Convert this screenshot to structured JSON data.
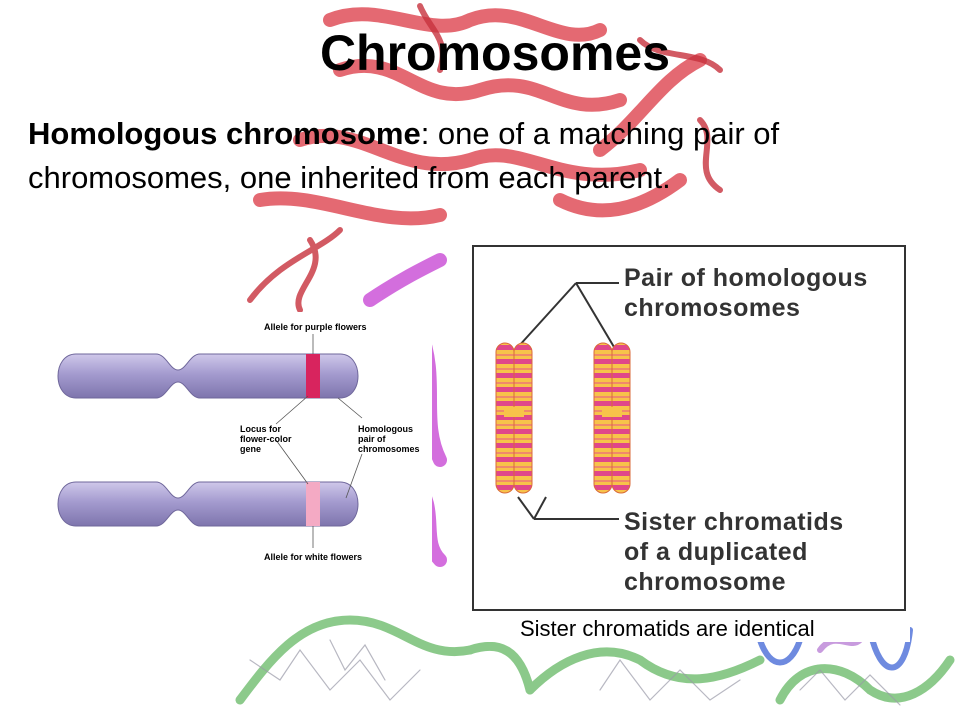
{
  "slide": {
    "title": "Chromosomes",
    "definition_term": "Homologous chromosome",
    "definition_text": ": one of a matching pair of chromosomes, one inherited from each parent."
  },
  "left_figure": {
    "allele_purple": "Allele for purple flowers",
    "locus_line1": "Locus for",
    "locus_line2": "flower-color",
    "locus_line3": "gene",
    "homologous_line1": "Homologous",
    "homologous_line2": "pair of",
    "homologous_line3": "chromosomes",
    "allele_white": "Allele for white flowers",
    "colors": {
      "chromosome": "#a49bcf",
      "purple_band": "#d8245e",
      "white_band": "#f4aac4"
    }
  },
  "right_figure": {
    "pair_line1": "Pair of homologous",
    "pair_line2": "chromosomes",
    "sister_line1": "Sister chromatids",
    "sister_line2": "of a duplicated",
    "sister_line3": "chromosome",
    "caption": "Sister chromatids are identical",
    "colors": {
      "band_yellow": "#f7c34a",
      "band_pink": "#e0478a"
    }
  }
}
